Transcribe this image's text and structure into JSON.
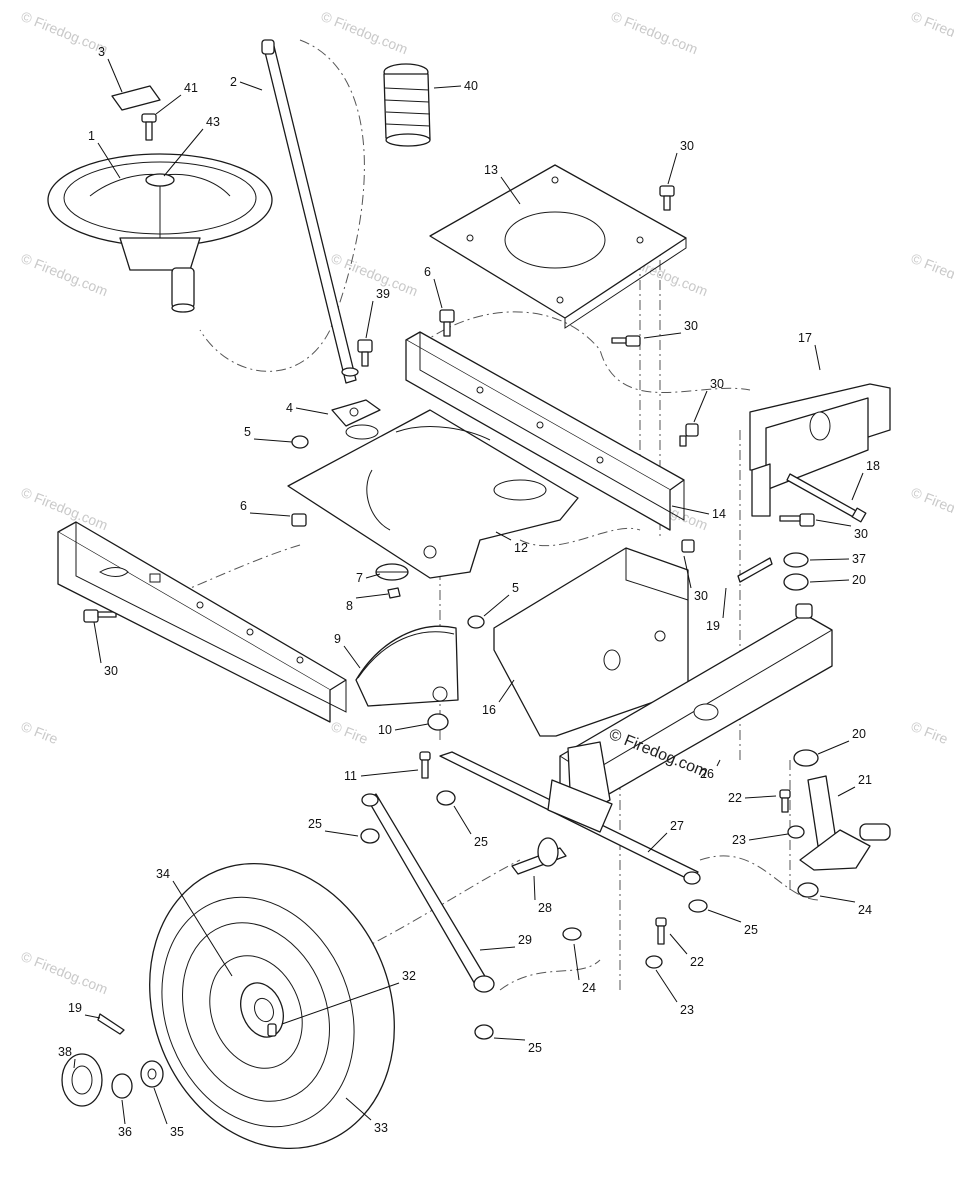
{
  "watermarks": [
    {
      "text": "© Firedog.com"
    },
    {
      "text": "© Firedog.com"
    },
    {
      "text": "© Firedog.com"
    },
    {
      "text": "© Firedog.com"
    },
    {
      "text": "© Firedog.com"
    },
    {
      "text": "© Firedog.com"
    },
    {
      "text": "© Firedog.com"
    },
    {
      "text": "© Firedog.com"
    },
    {
      "text": "© Firedog.com"
    },
    {
      "text": "© Firedog.com"
    },
    {
      "text": "© Firedog.com"
    },
    {
      "text": "© Firedog.com"
    },
    {
      "text": "© Fire"
    },
    {
      "text": "© Fire"
    },
    {
      "text": "© Fire"
    },
    {
      "text": "© Fire"
    },
    {
      "text": "© Firedog.com"
    }
  ],
  "center_watermark": "© Firedog.com",
  "callouts": [
    {
      "label": "1"
    },
    {
      "label": "2"
    },
    {
      "label": "3"
    },
    {
      "label": "41"
    },
    {
      "label": "43"
    },
    {
      "label": "40"
    },
    {
      "label": "13"
    },
    {
      "label": "30"
    },
    {
      "label": "6"
    },
    {
      "label": "39"
    },
    {
      "label": "30"
    },
    {
      "label": "17"
    },
    {
      "label": "30"
    },
    {
      "label": "4"
    },
    {
      "label": "5"
    },
    {
      "label": "18"
    },
    {
      "label": "14"
    },
    {
      "label": "30"
    },
    {
      "label": "6"
    },
    {
      "label": "12"
    },
    {
      "label": "37"
    },
    {
      "label": "7"
    },
    {
      "label": "30"
    },
    {
      "label": "20"
    },
    {
      "label": "8"
    },
    {
      "label": "5"
    },
    {
      "label": "19"
    },
    {
      "label": "9"
    },
    {
      "label": "30"
    },
    {
      "label": "16"
    },
    {
      "label": "10"
    },
    {
      "label": "20"
    },
    {
      "label": "11"
    },
    {
      "label": "26"
    },
    {
      "label": "21"
    },
    {
      "label": "22"
    },
    {
      "label": "25"
    },
    {
      "label": "25"
    },
    {
      "label": "27"
    },
    {
      "label": "23"
    },
    {
      "label": "34"
    },
    {
      "label": "28"
    },
    {
      "label": "24"
    },
    {
      "label": "25"
    },
    {
      "label": "29"
    },
    {
      "label": "22"
    },
    {
      "label": "32"
    },
    {
      "label": "24"
    },
    {
      "label": "23"
    },
    {
      "label": "19"
    },
    {
      "label": "25"
    },
    {
      "label": "38"
    },
    {
      "label": "36"
    },
    {
      "label": "35"
    },
    {
      "label": "33"
    }
  ]
}
